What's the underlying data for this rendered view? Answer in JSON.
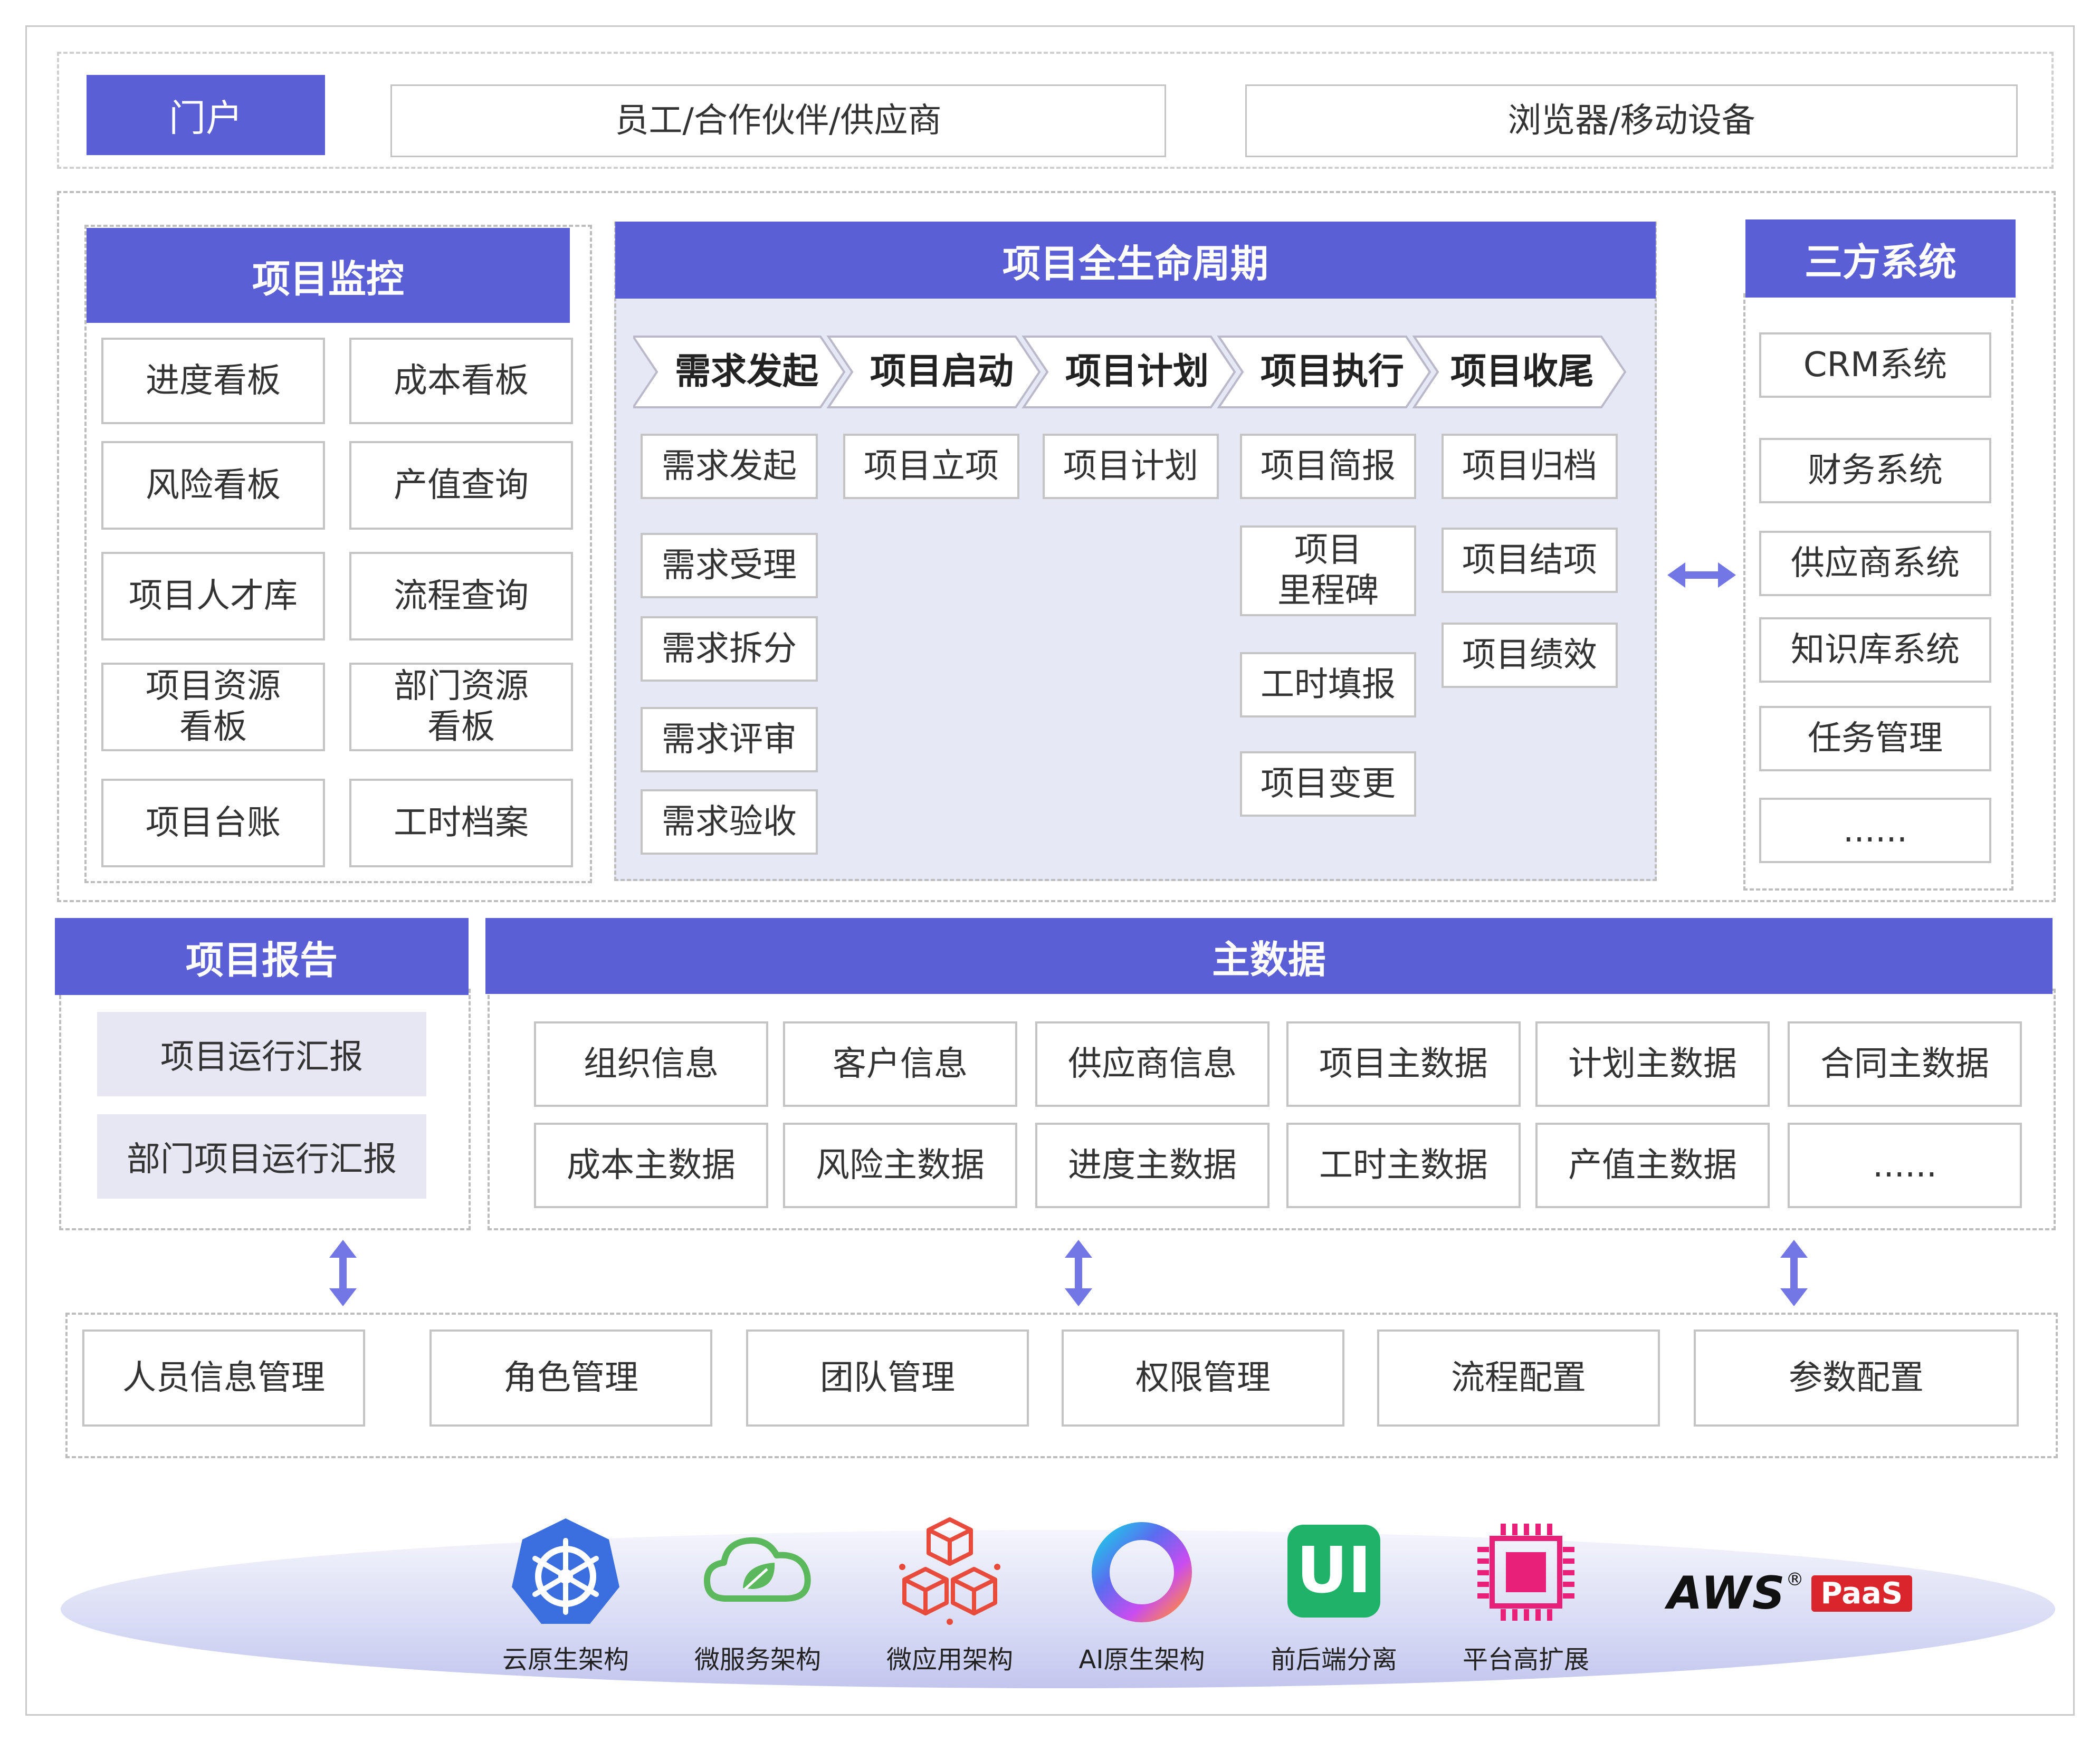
{
  "portal": {
    "label": "门户",
    "users": "员工/合作伙伴/供应商",
    "devices": "浏览器/移动设备"
  },
  "monitor": {
    "title": "项目监控",
    "items": [
      "进度看板",
      "成本看板",
      "风险看板",
      "产值查询",
      "项目人才库",
      "流程查询",
      "项目资源\n看板",
      "部门资源\n看板",
      "项目台账",
      "工时档案"
    ]
  },
  "lifecycle": {
    "title": "项目全生命周期",
    "stages": [
      "需求发起",
      "项目启动",
      "项目计划",
      "项目执行",
      "项目收尾"
    ],
    "col1": [
      "需求发起",
      "需求受理",
      "需求拆分",
      "需求评审",
      "需求验收"
    ],
    "col2": [
      "项目立项"
    ],
    "col3": [
      "项目计划"
    ],
    "col4": [
      "项目简报",
      "项目\n里程碑",
      "工时填报",
      "项目变更"
    ],
    "col5": [
      "项目归档",
      "项目结项",
      "项目绩效"
    ]
  },
  "third_party": {
    "title": "三方系统",
    "items": [
      "CRM系统",
      "财务系统",
      "供应商系统",
      "知识库系统",
      "任务管理",
      "......"
    ]
  },
  "report": {
    "title": "项目报告",
    "items": [
      "项目运行汇报",
      "部门项目运行汇报"
    ]
  },
  "master_data": {
    "title": "主数据",
    "row1": [
      "组织信息",
      "客户信息",
      "供应商信息",
      "项目主数据",
      "计划主数据",
      "合同主数据"
    ],
    "row2": [
      "成本主数据",
      "风险主数据",
      "进度主数据",
      "工时主数据",
      "产值主数据",
      "......"
    ]
  },
  "management": {
    "items": [
      "人员信息管理",
      "角色管理",
      "团队管理",
      "权限管理",
      "流程配置",
      "参数配置"
    ]
  },
  "tech": {
    "items": [
      "云原生架构",
      "微服务架构",
      "微应用架构",
      "AI原生架构",
      "前后端分离",
      "平台高扩展"
    ],
    "ui_glyph": "UI",
    "brand": "AWS",
    "brand_mark": "®",
    "brand_badge": "PaaS"
  },
  "colors": {
    "accent": "#5b5fd6",
    "arrow": "#7377e6",
    "box_border": "#c4c4c4",
    "lifecycle_bg": "#e7e8f6"
  }
}
